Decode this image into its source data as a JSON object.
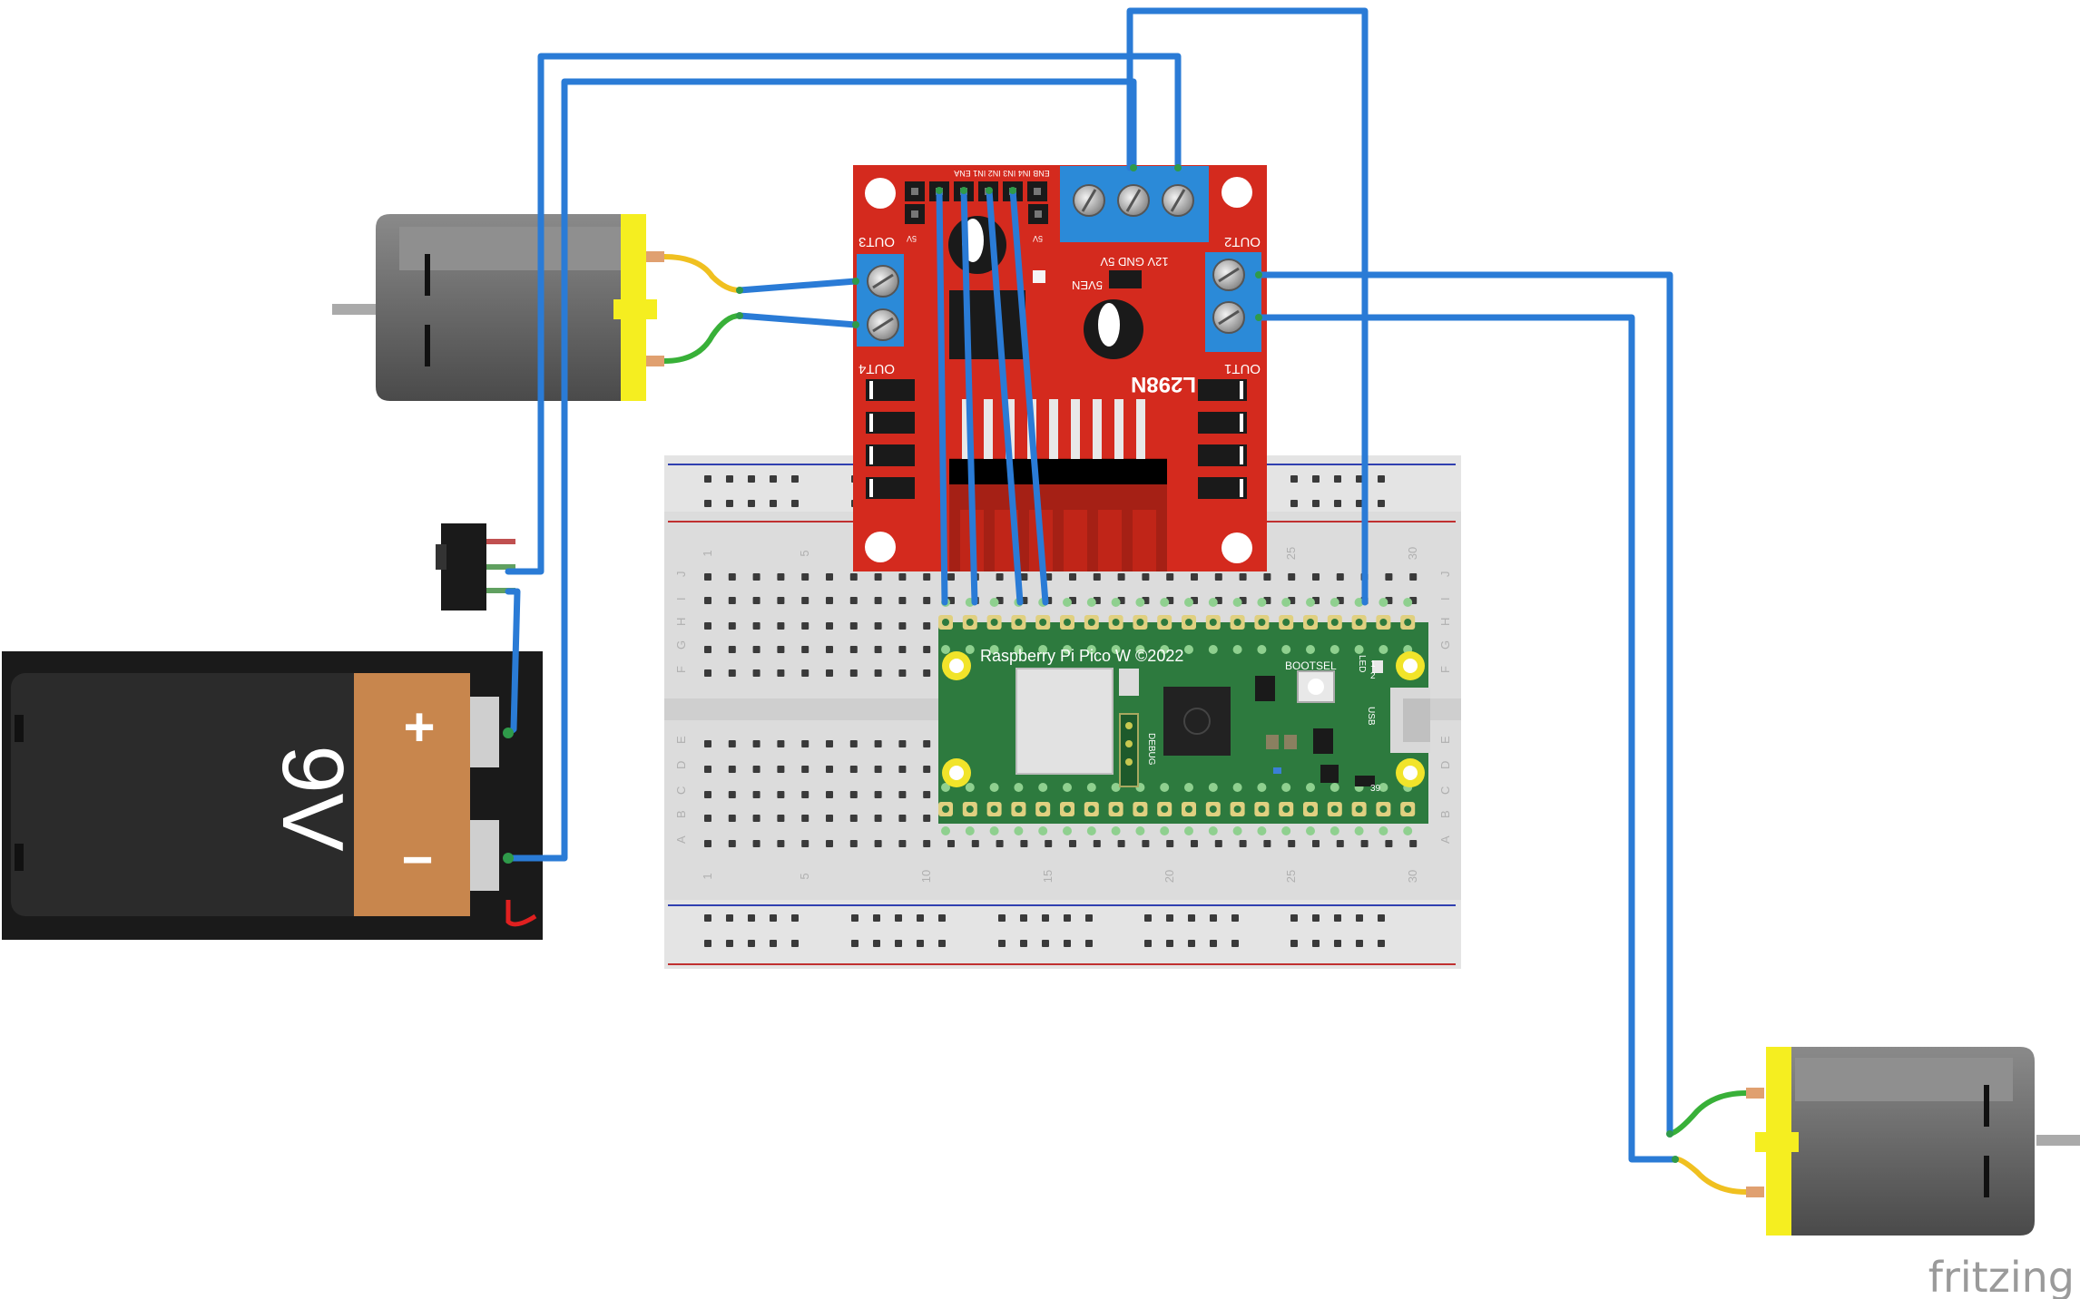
{
  "board": {
    "label": "Raspberry Pi Pico W ©2022",
    "bootsel": "BOOTSEL",
    "led": "LED",
    "usb": "USB",
    "debug": "DEBUG",
    "pin_left_top": "1",
    "pin_left_bottom": "2",
    "pin_right": "39"
  },
  "driver": {
    "model": "L298N",
    "pin_labels": "ENB IN4 IN3 IN2 IN1 ENA",
    "out1": "OUT1",
    "out2": "OUT2",
    "out3": "OUT3",
    "out4": "OUT4",
    "power": "12V GND 5V",
    "fiveven": "5VEN",
    "fivev_a": "5V",
    "fivev_b": "5V"
  },
  "battery": {
    "label": "9V",
    "plus": "+",
    "minus": "−"
  },
  "breadboard": {
    "row_letters_top": [
      "J",
      "I",
      "H",
      "G",
      "F"
    ],
    "row_letters_bottom": [
      "E",
      "D",
      "C",
      "B",
      "A"
    ],
    "col_numbers": [
      "1",
      "5",
      "10",
      "15",
      "20",
      "25",
      "30"
    ]
  },
  "watermark": "fritzing",
  "colors": {
    "wire": "#2a7bd6",
    "driver_board": "#d42a1e",
    "pico_board": "#2d7a3e",
    "terminal_block": "#2b8ad8",
    "motor_body": "#6a6a6a",
    "motor_cap": "#f5ee20",
    "battery_body": "#2b2b2b",
    "battery_label": "#c8864d"
  }
}
